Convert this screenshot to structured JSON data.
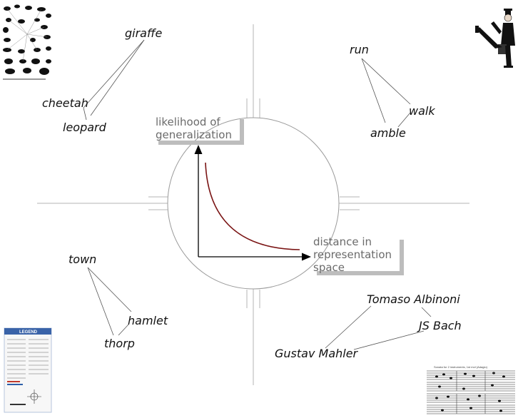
{
  "diagram": {
    "axis_y_label_line1": "likelihood of",
    "axis_y_label_line2": "generalization",
    "axis_x_label_line1": "distance in",
    "axis_x_label_line2": "representation",
    "axis_x_label_line3": "space"
  },
  "clusters": {
    "animals": {
      "giraffe": "giraffe",
      "cheetah": "cheetah",
      "leopard": "leopard"
    },
    "gaits": {
      "run": "run",
      "walk": "walk",
      "amble": "amble"
    },
    "settlements": {
      "town": "town",
      "hamlet": "hamlet",
      "thorp": "thorp"
    },
    "composers": {
      "albinoni": "Tomaso Albinoni",
      "bach": "JS Bach",
      "mahler": "Gustav Mahler"
    }
  },
  "thumbnails": {
    "legend_title": "LEGEND",
    "score_caption": "Sonata for 2 instruments, 1st mvt (Adagio)"
  },
  "colors": {
    "curve": "#7a1414",
    "ring": "#9a9a9a",
    "shadow": "#bdbdbd",
    "legend_header": "#3a63a8"
  }
}
